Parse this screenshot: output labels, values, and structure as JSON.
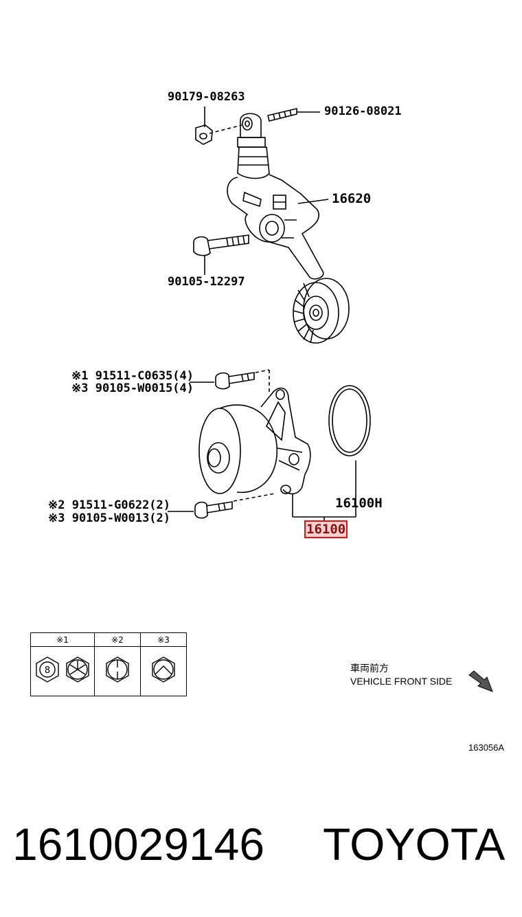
{
  "parts": {
    "tensioner_nut": "90179-08263",
    "tensioner_stud": "90126-08021",
    "tensioner_assembly": "16620",
    "tensioner_bolt": "90105-12297",
    "pump_bolt_upper_a": "※1 91511-C0635(4)",
    "pump_bolt_upper_b": "※3 90105-W0015(4)",
    "pump_bolt_lower_a": "※2 91511-G0622(2)",
    "pump_bolt_lower_b": "※3 90105-W0013(2)",
    "gasket": "16100H",
    "water_pump": "16100"
  },
  "legend": {
    "headers": [
      "※1",
      "※2",
      "※3"
    ],
    "icons": [
      "hex-8-icon",
      "hex-star-icon",
      "hex-tri-icon",
      "hex-arrow-icon"
    ],
    "hex_number": "8"
  },
  "direction": {
    "jp": "車両前方",
    "en": "VEHICLE FRONT SIDE",
    "icon": "arrow-down-right-icon"
  },
  "diagram_id": "163056A",
  "footer": {
    "part_number": "1610029146",
    "brand": "TOYOTA"
  },
  "colors": {
    "highlight_border": "#d11111",
    "highlight_fill": "#f7d0d0"
  }
}
